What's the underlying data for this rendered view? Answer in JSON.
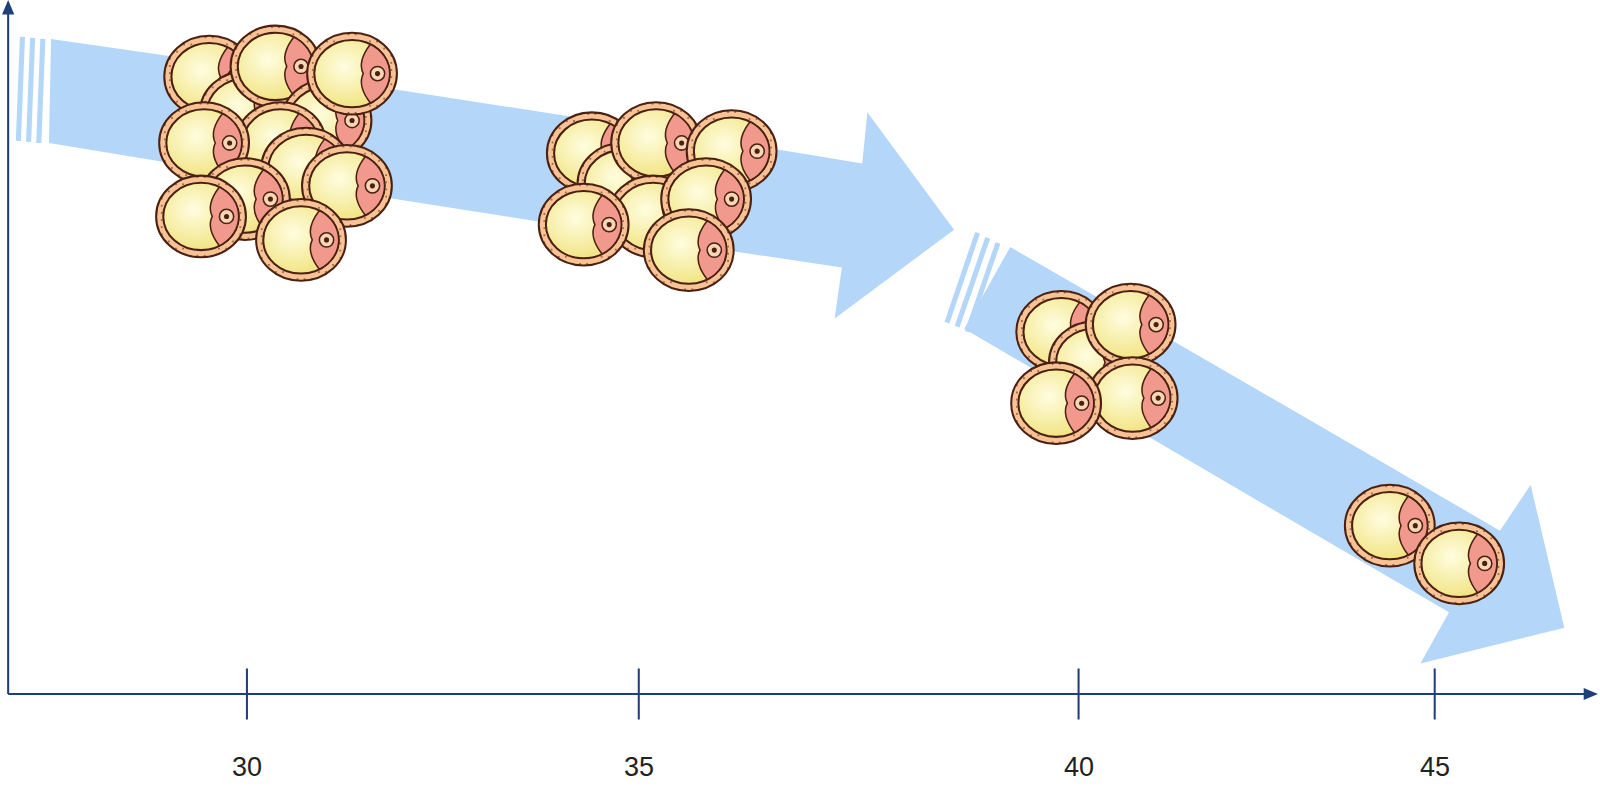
{
  "diagram": {
    "labels": [
      "30",
      "35",
      "40",
      "45"
    ]
  }
}
